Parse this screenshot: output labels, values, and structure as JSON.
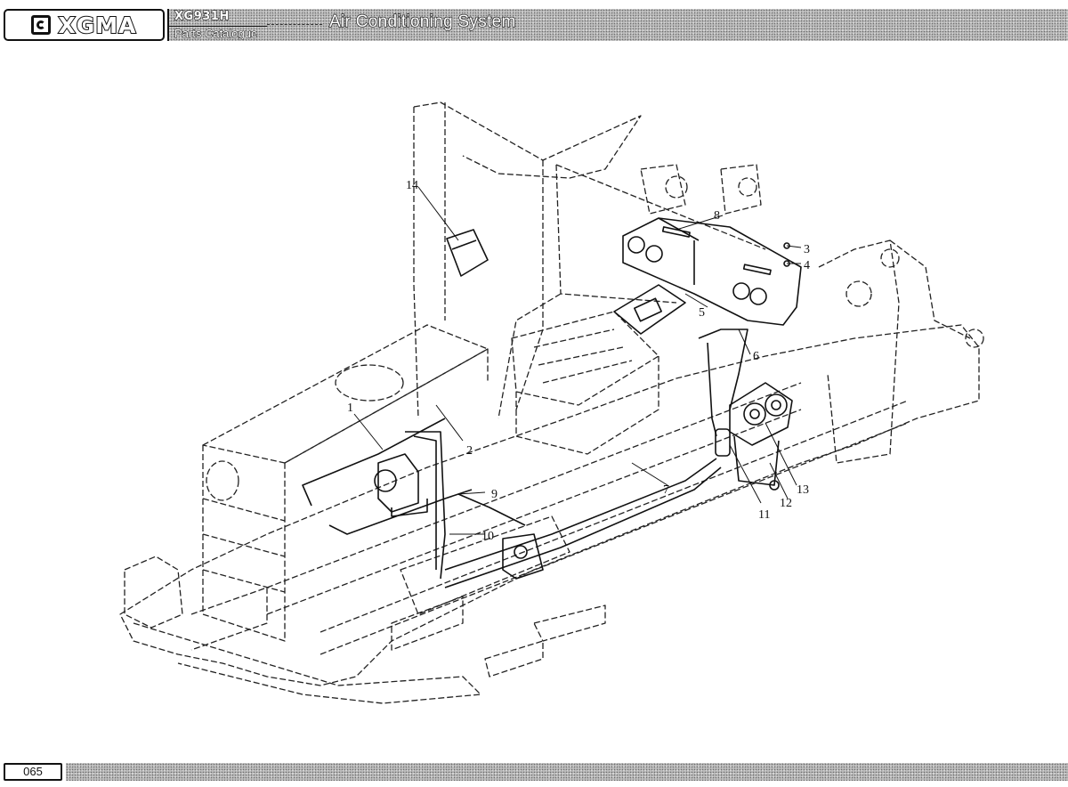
{
  "header": {
    "brand": "XGMA",
    "model": "XG931H",
    "catalogue_label": "Parts Catalogue",
    "section_title": "Air Conditioning System"
  },
  "drawing": {
    "callouts": [
      {
        "id": "c1",
        "label": "1"
      },
      {
        "id": "c2",
        "label": "2"
      },
      {
        "id": "c3",
        "label": "3"
      },
      {
        "id": "c4",
        "label": "4"
      },
      {
        "id": "c5",
        "label": "5"
      },
      {
        "id": "c6",
        "label": "6"
      },
      {
        "id": "c7",
        "label": "7"
      },
      {
        "id": "c8",
        "label": "8"
      },
      {
        "id": "c9",
        "label": "9"
      },
      {
        "id": "c10",
        "label": "10"
      },
      {
        "id": "c11",
        "label": "11"
      },
      {
        "id": "c12",
        "label": "12"
      },
      {
        "id": "c13",
        "label": "13"
      },
      {
        "id": "c14",
        "label": "14"
      }
    ]
  },
  "footer": {
    "page_number": "065"
  }
}
